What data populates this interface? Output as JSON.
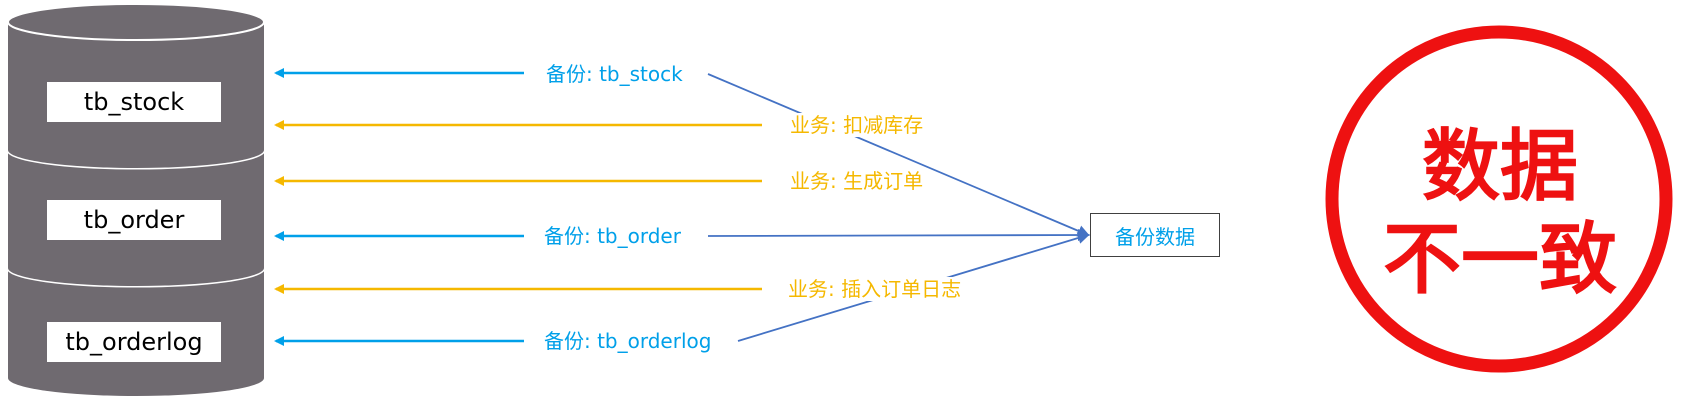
{
  "database": {
    "tables": [
      "tb_stock",
      "tb_order",
      "tb_orderlog"
    ]
  },
  "arrows": [
    {
      "text": "备份: tb_stock",
      "kind": "backup"
    },
    {
      "text": "业务: 扣减库存",
      "kind": "business"
    },
    {
      "text": "业务: 生成订单",
      "kind": "business"
    },
    {
      "text": "备份: tb_order",
      "kind": "backup"
    },
    {
      "text": "业务: 插入订单日志",
      "kind": "business"
    },
    {
      "text": "备份: tb_orderlog",
      "kind": "backup"
    }
  ],
  "backup_box": {
    "label": "备份数据"
  },
  "result": {
    "line1": "数据",
    "line2": "不一致"
  },
  "colors": {
    "cylinder": "#6f6a70",
    "backup": "#00a0e9",
    "business": "#f5b800",
    "connector": "#4472c4",
    "result": "#ee1111"
  }
}
